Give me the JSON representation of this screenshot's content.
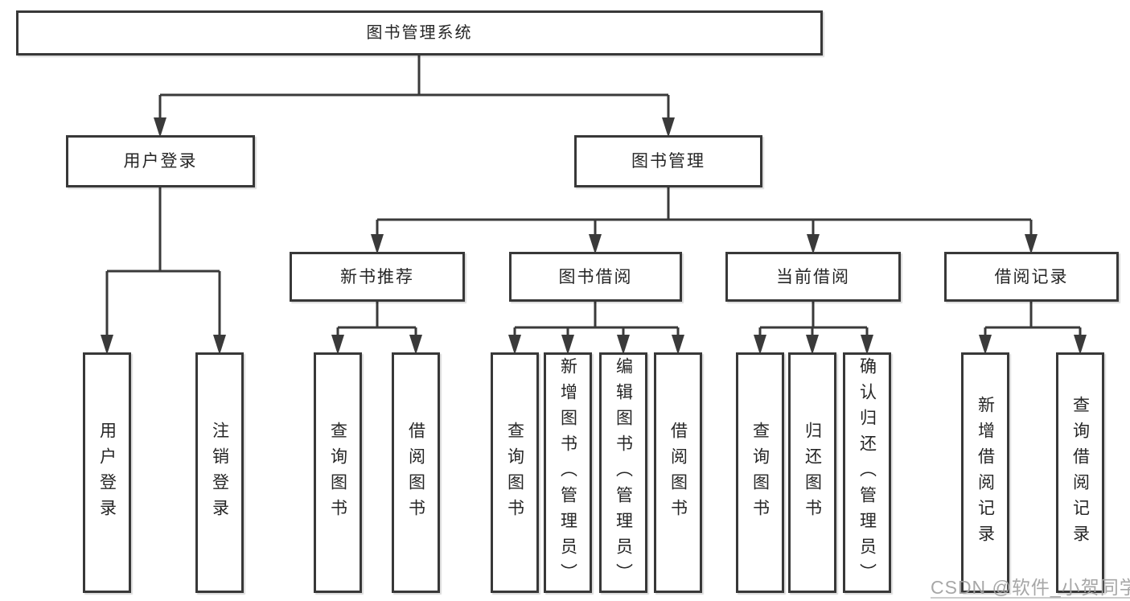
{
  "diagram": {
    "title_node": {
      "label": "图书管理系统"
    },
    "level2": [
      {
        "label": "用户登录"
      },
      {
        "label": "图书管理"
      }
    ],
    "level3": [
      {
        "label": "新书推荐"
      },
      {
        "label": "图书借阅"
      },
      {
        "label": "当前借阅"
      },
      {
        "label": "借阅记录"
      }
    ],
    "leaves": {
      "user_login": [
        "用户登录",
        "注销登录"
      ],
      "new_book_recommend": [
        "查询图书",
        "借阅图书"
      ],
      "book_borrow": [
        "查询图书",
        "新增图书（管理员）",
        "编辑图书（管理员）",
        "借阅图书"
      ],
      "current_borrow": [
        "查询图书",
        "归还图书",
        "确认归还（管理员）"
      ],
      "borrow_records": [
        "新增借阅记录",
        "查询借阅记录"
      ]
    }
  },
  "watermark": "CSDN @软件_小贺同学",
  "colors": {
    "line": "#3a3a3a",
    "box_border": "#383838",
    "text": "#262626",
    "watermark": "#a2a2a2",
    "background": "#ffffff"
  }
}
